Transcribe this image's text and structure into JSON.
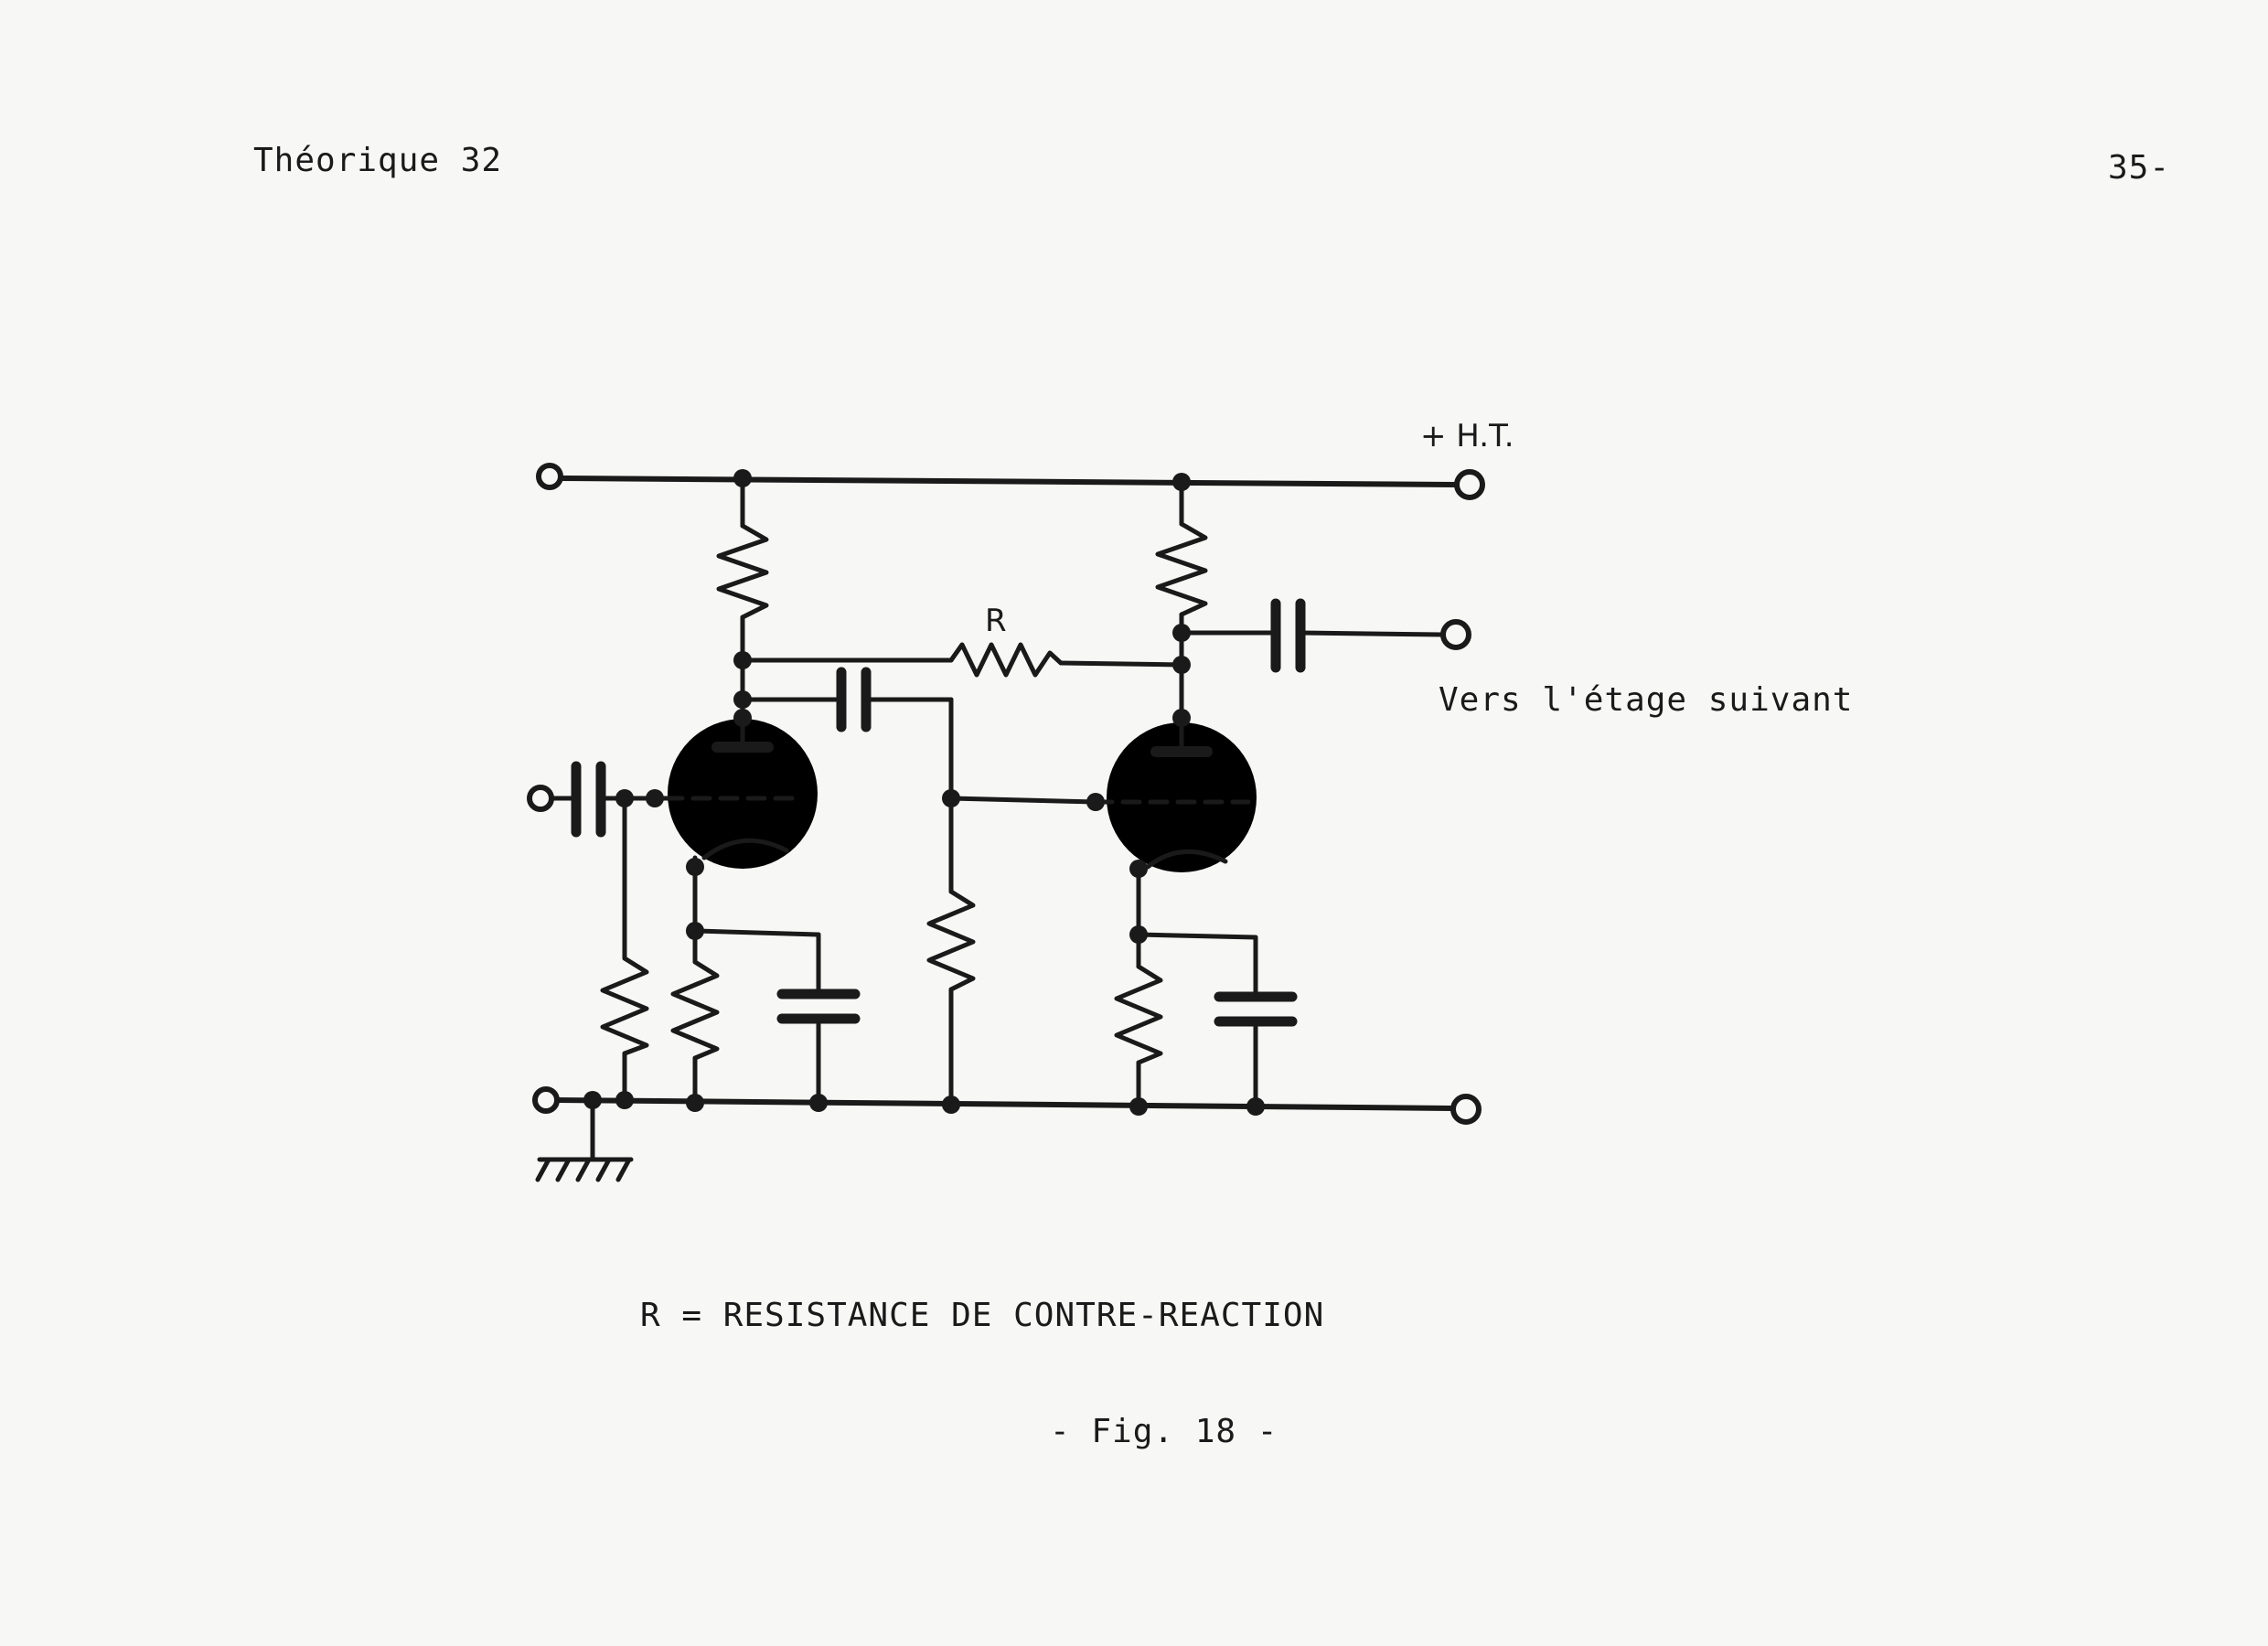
{
  "header": {
    "left": "Théorique 32",
    "right": "35-"
  },
  "schematic": {
    "ht_label": "+ H.T.",
    "r_label": "R",
    "output_label": "Vers l'étage suivant"
  },
  "caption": "R = RESISTANCE DE CONTRE-REACTION",
  "figure_label": "- Fig. 18 -",
  "colors": {
    "paper": "#f7f7f5",
    "ink": "#1a1a1a"
  }
}
